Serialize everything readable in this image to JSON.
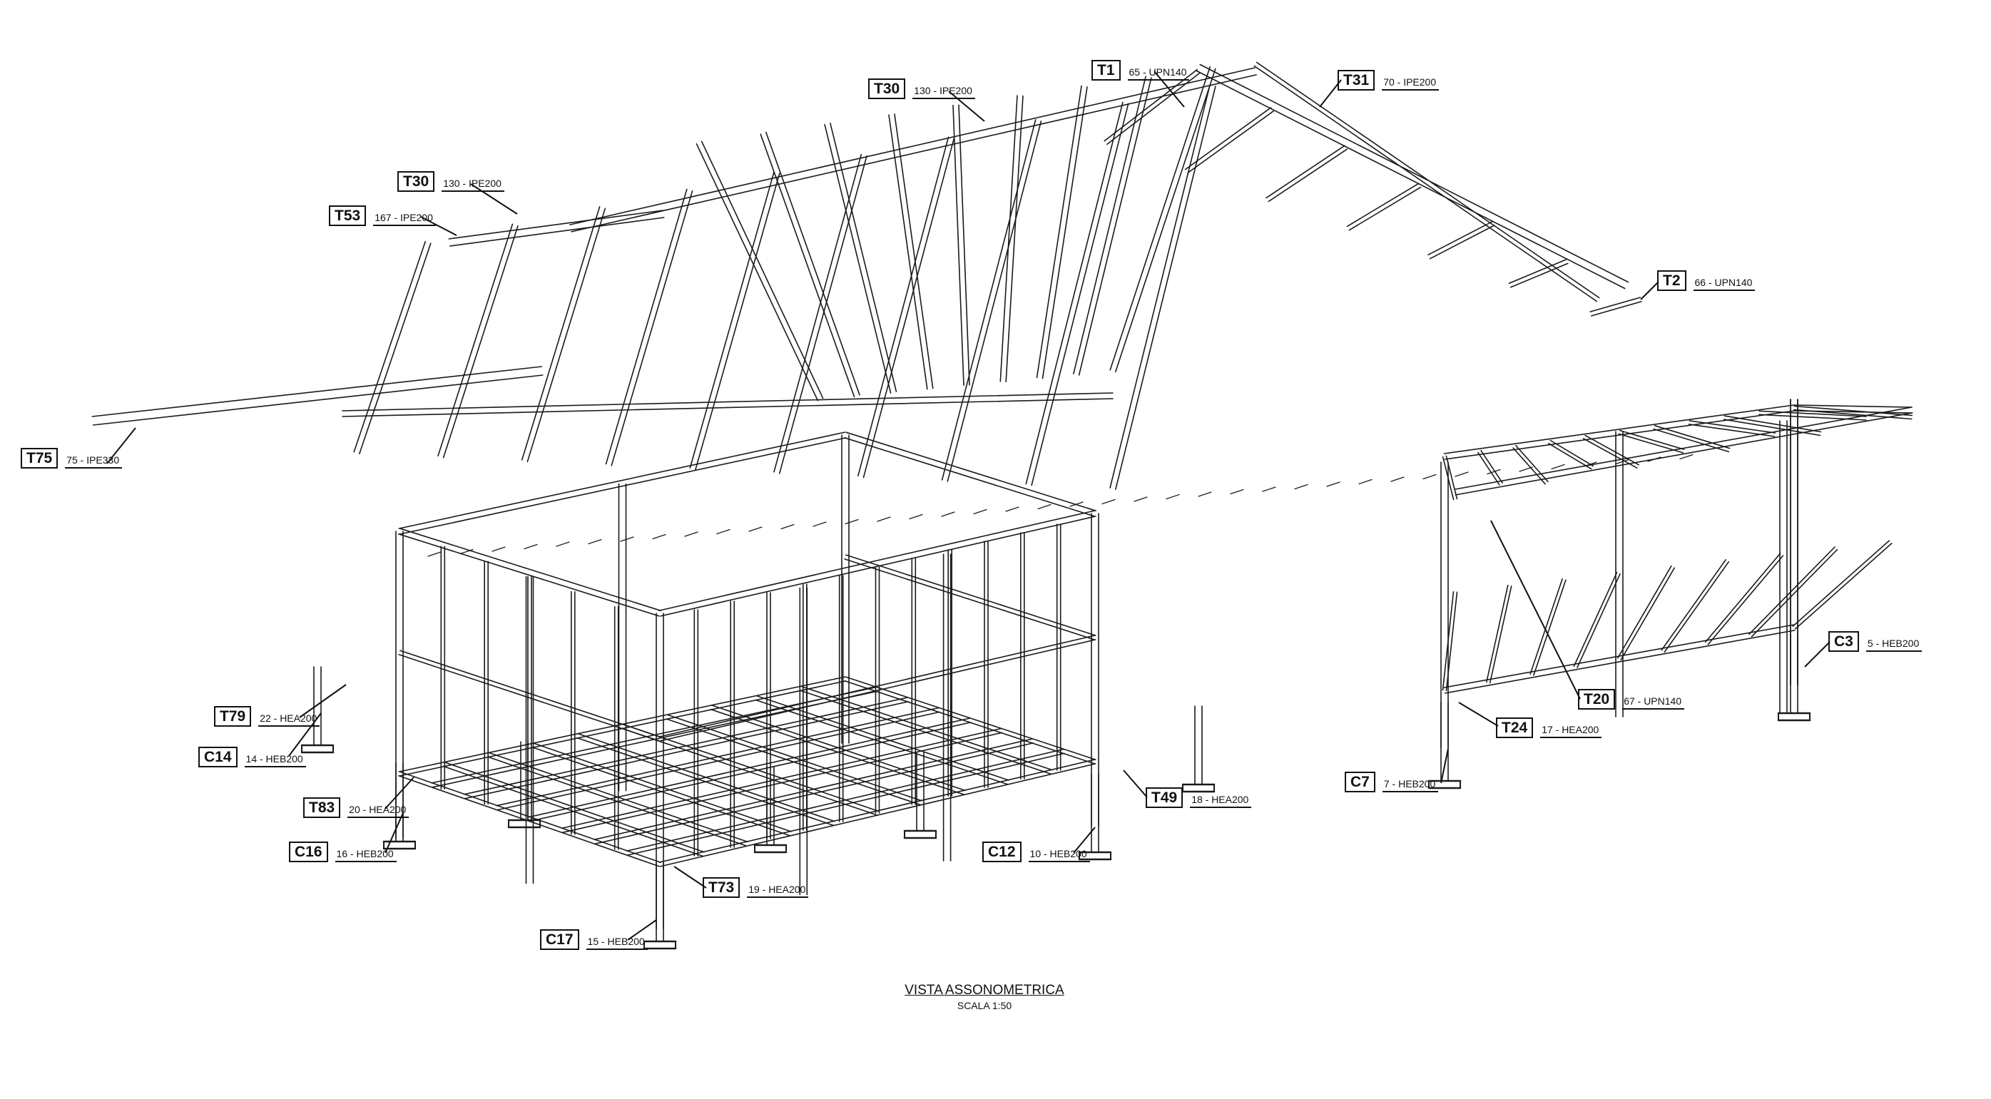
{
  "labels": [
    {
      "tag": "T1",
      "desc": "65 - UPN140"
    },
    {
      "tag": "T30",
      "desc": "130 - IPE200"
    },
    {
      "tag": "T31",
      "desc": "70 - IPE200"
    },
    {
      "tag": "T30",
      "desc": "130 - IPE200"
    },
    {
      "tag": "T53",
      "desc": "167 - IPE200"
    },
    {
      "tag": "T2",
      "desc": "66 - UPN140"
    },
    {
      "tag": "T75",
      "desc": "75 - IPE330"
    },
    {
      "tag": "C3",
      "desc": "5 - HEB200"
    },
    {
      "tag": "T20",
      "desc": "67 - UPN140"
    },
    {
      "tag": "T24",
      "desc": "17 - HEA200"
    },
    {
      "tag": "T79",
      "desc": "22 - HEA200"
    },
    {
      "tag": "C14",
      "desc": "14 - HEB200"
    },
    {
      "tag": "C7",
      "desc": "7 - HEB200"
    },
    {
      "tag": "T49",
      "desc": "18 - HEA200"
    },
    {
      "tag": "T83",
      "desc": "20 - HEA200"
    },
    {
      "tag": "C16",
      "desc": "16 - HEB200"
    },
    {
      "tag": "C12",
      "desc": "10 - HEB200"
    },
    {
      "tag": "T73",
      "desc": "19 - HEA200"
    },
    {
      "tag": "C17",
      "desc": "15 - HEB200"
    }
  ],
  "caption": {
    "title": "VISTA ASSONOMETRICA",
    "scale": "SCALA  1:50"
  }
}
